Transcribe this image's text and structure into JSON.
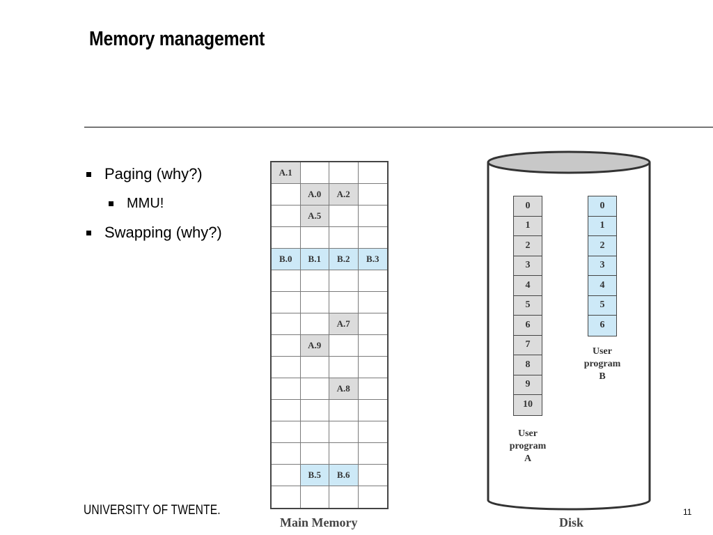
{
  "slide": {
    "title": "Memory management",
    "bullets": [
      {
        "text": "Paging (why?)",
        "level": 1
      },
      {
        "text": "MMU!",
        "level": 2
      },
      {
        "text": "Swapping (why?)",
        "level": 1
      }
    ],
    "footer_logo": "UNIVERSITY OF TWENTE.",
    "page_number": "11"
  },
  "diagram": {
    "main_memory": {
      "caption": "Main Memory",
      "rows": [
        [
          "A.1",
          "",
          "",
          ""
        ],
        [
          "",
          "A.0",
          "A.2",
          ""
        ],
        [
          "",
          "A.5",
          "",
          ""
        ],
        [
          "",
          "",
          "",
          ""
        ],
        [
          "B.0",
          "B.1",
          "B.2",
          "B.3"
        ],
        [
          "",
          "",
          "",
          ""
        ],
        [
          "",
          "",
          "",
          ""
        ],
        [
          "",
          "",
          "A.7",
          ""
        ],
        [
          "",
          "A.9",
          "",
          ""
        ],
        [
          "",
          "",
          "",
          ""
        ],
        [
          "",
          "",
          "A.8",
          ""
        ],
        [
          "",
          "",
          "",
          ""
        ],
        [
          "",
          "",
          "",
          ""
        ],
        [
          "",
          "",
          "",
          ""
        ],
        [
          "",
          "B.5",
          "B.6",
          ""
        ],
        [
          "",
          "",
          "",
          ""
        ]
      ]
    },
    "disk": {
      "caption": "Disk",
      "program_a": {
        "pages": [
          "0",
          "1",
          "2",
          "3",
          "4",
          "5",
          "6",
          "7",
          "8",
          "9",
          "10"
        ],
        "label": [
          "User",
          "program",
          "A"
        ]
      },
      "program_b": {
        "pages": [
          "0",
          "1",
          "2",
          "3",
          "4",
          "5",
          "6"
        ],
        "label": [
          "User",
          "program",
          "B"
        ]
      }
    },
    "colors": {
      "a_page": "#dcdcdc",
      "b_page": "#cde9f7",
      "disk_top": "#c8c8c8"
    }
  }
}
